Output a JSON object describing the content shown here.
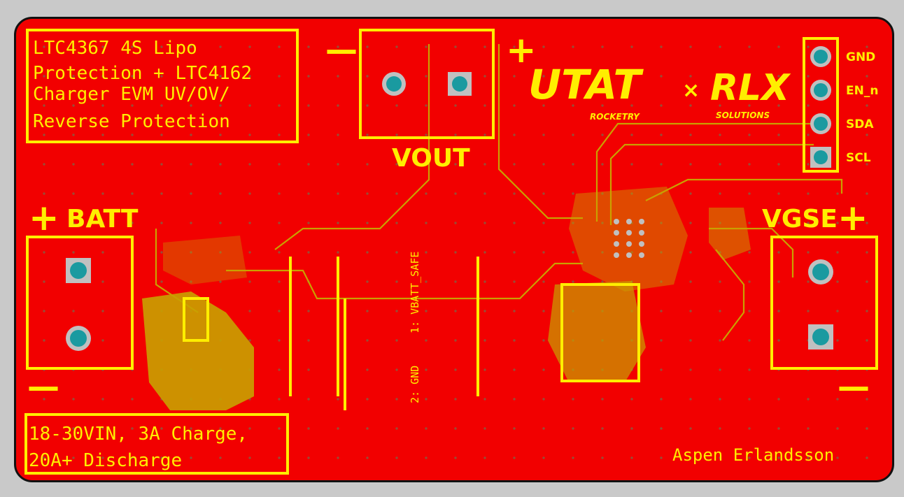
{
  "board": {
    "title_lines": [
      "LTC4367 4S Lipo",
      "Protection + LTC4162",
      "Charger EVM UV/OV/",
      "Reverse Protection"
    ],
    "specs_lines": [
      "18-30VIN, 3A Charge,",
      "20A+ Discharge"
    ],
    "author": "Aspen Erlandsson",
    "colors": {
      "board": "#f20000",
      "silkscreen": "#ffee00",
      "copper": "#c9a100",
      "pad": "#1a9aa0"
    }
  },
  "connectors": {
    "vout": {
      "label": "VOUT",
      "minus": "—",
      "plus": "+"
    },
    "batt": {
      "label": "BATT",
      "plus": "+",
      "minus": "—"
    },
    "vgse": {
      "label": "VGSE",
      "plus": "+",
      "minus": "—"
    }
  },
  "header_pins": [
    "GND",
    "EN_n",
    "SDA",
    "SCL"
  ],
  "fuse": {
    "pin1": "1: VBATT_SAFE",
    "pin2": "2: GND"
  },
  "logo": {
    "brand": "UTAT",
    "sub": "ROCKETRY",
    "cross": "×",
    "partner": "RLX",
    "partner_sub": "SOLUTIONS"
  }
}
